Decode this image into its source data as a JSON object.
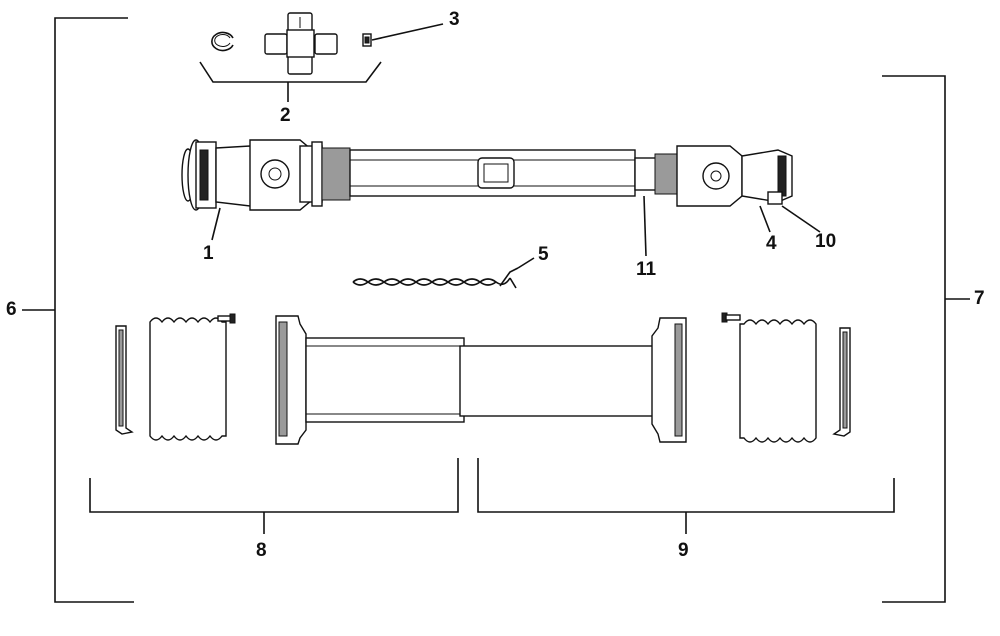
{
  "callouts": {
    "c1": "1",
    "c2": "2",
    "c3": "3",
    "c4": "4",
    "c5": "5",
    "c6": "6",
    "c7": "7",
    "c8": "8",
    "c9": "9",
    "c10": "10",
    "c11": "11"
  },
  "colors": {
    "line": "#111111",
    "background": "#ffffff",
    "shading": "#9a9a9a"
  }
}
